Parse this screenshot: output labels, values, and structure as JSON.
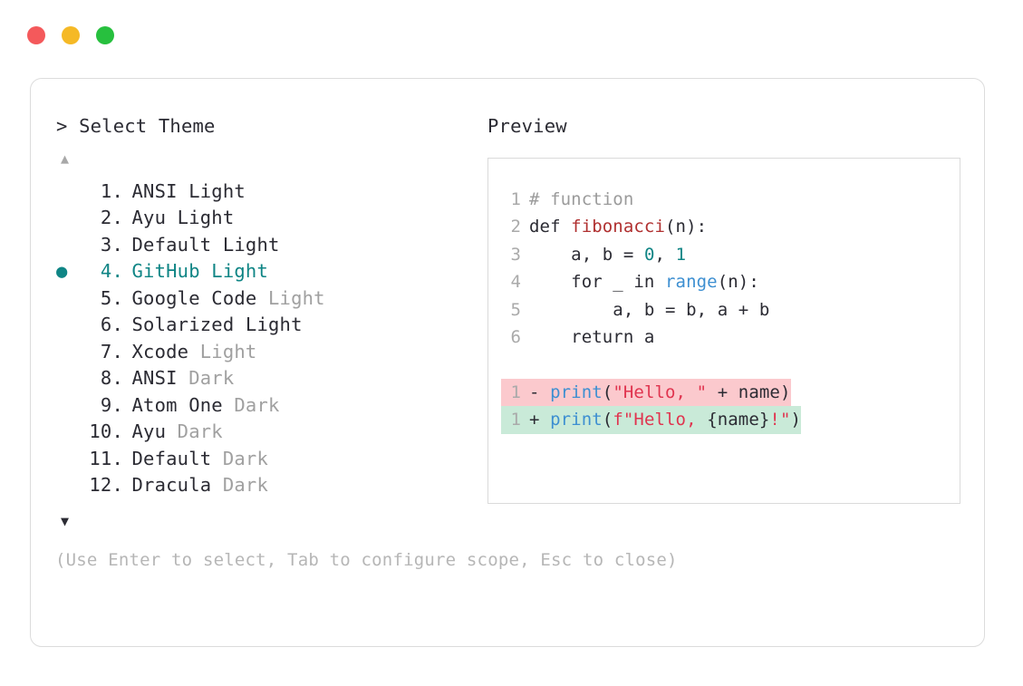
{
  "window": {
    "dots": [
      {
        "name": "close",
        "color": "#f4595b"
      },
      {
        "name": "minimize",
        "color": "#f5b926"
      },
      {
        "name": "maximize",
        "color": "#27c03e"
      }
    ]
  },
  "left": {
    "prompt": "> Select Theme",
    "scroll_up": "▲",
    "scroll_down": "▼",
    "selected_index": 4,
    "bullet": "●",
    "items": [
      {
        "index": "1.",
        "name": "ANSI",
        "variant": " Light",
        "variant_muted": false,
        "selected": false
      },
      {
        "index": "2.",
        "name": "Ayu",
        "variant": " Light",
        "variant_muted": false,
        "selected": false
      },
      {
        "index": "3.",
        "name": "Default",
        "variant": " Light",
        "variant_muted": false,
        "selected": false
      },
      {
        "index": "4.",
        "name": "GitHub",
        "variant": " Light",
        "variant_muted": false,
        "selected": true
      },
      {
        "index": "5.",
        "name": "Google Code",
        "variant": " Light",
        "variant_muted": true,
        "selected": false
      },
      {
        "index": "6.",
        "name": "Solarized",
        "variant": " Light",
        "variant_muted": false,
        "selected": false
      },
      {
        "index": "7.",
        "name": "Xcode",
        "variant": " Light",
        "variant_muted": true,
        "selected": false
      },
      {
        "index": "8.",
        "name": "ANSI",
        "variant": " Dark",
        "variant_muted": true,
        "selected": false
      },
      {
        "index": "9.",
        "name": "Atom One",
        "variant": " Dark",
        "variant_muted": true,
        "selected": false
      },
      {
        "index": "10.",
        "name": "Ayu",
        "variant": " Dark",
        "variant_muted": true,
        "selected": false
      },
      {
        "index": "11.",
        "name": "Default",
        "variant": " Dark",
        "variant_muted": true,
        "selected": false
      },
      {
        "index": "12.",
        "name": "Dracula",
        "variant": " Dark",
        "variant_muted": true,
        "selected": false
      }
    ]
  },
  "preview": {
    "title": "Preview",
    "code_lines": [
      {
        "num": "1",
        "tokens": [
          {
            "t": "# function",
            "c": "comment"
          }
        ]
      },
      {
        "num": "2",
        "tokens": [
          {
            "t": "def ",
            "c": "plain"
          },
          {
            "t": "fibonacci",
            "c": "func"
          },
          {
            "t": "(n):",
            "c": "plain"
          }
        ]
      },
      {
        "num": "3",
        "tokens": [
          {
            "t": "    a, b = ",
            "c": "plain"
          },
          {
            "t": "0",
            "c": "num"
          },
          {
            "t": ", ",
            "c": "plain"
          },
          {
            "t": "1",
            "c": "num"
          }
        ]
      },
      {
        "num": "4",
        "tokens": [
          {
            "t": "    for _ in ",
            "c": "plain"
          },
          {
            "t": "range",
            "c": "builtin"
          },
          {
            "t": "(n):",
            "c": "plain"
          }
        ]
      },
      {
        "num": "5",
        "tokens": [
          {
            "t": "        a, b = b, a + b",
            "c": "plain"
          }
        ]
      },
      {
        "num": "6",
        "tokens": [
          {
            "t": "    return a",
            "c": "plain"
          }
        ]
      }
    ],
    "diff_lines": [
      {
        "num": "1",
        "kind": "del",
        "marker": "- ",
        "tokens": [
          {
            "t": "print",
            "c": "builtin"
          },
          {
            "t": "(",
            "c": "plain"
          },
          {
            "t": "\"Hello, \"",
            "c": "string"
          },
          {
            "t": " + name)",
            "c": "plain"
          }
        ]
      },
      {
        "num": "1",
        "kind": "add",
        "marker": "+ ",
        "tokens": [
          {
            "t": "print",
            "c": "builtin"
          },
          {
            "t": "(",
            "c": "plain"
          },
          {
            "t": "f\"Hello, ",
            "c": "string"
          },
          {
            "t": "{name}",
            "c": "interp"
          },
          {
            "t": "!",
            "c": "string"
          },
          {
            "t": "\"",
            "c": "string"
          },
          {
            "t": ")",
            "c": "plain"
          }
        ]
      }
    ]
  },
  "footer": {
    "hint": "(Use Enter to select, Tab to configure scope, Esc to close)"
  },
  "colors": {
    "accent_teal": "#0f8585",
    "text": "#2b2b33",
    "muted": "#a0a0a0",
    "diff_del_bg": "#fbc9cd",
    "diff_add_bg": "#c9ead8",
    "string": "#e0344f",
    "func": "#b03030",
    "builtin": "#3d8fd1"
  }
}
